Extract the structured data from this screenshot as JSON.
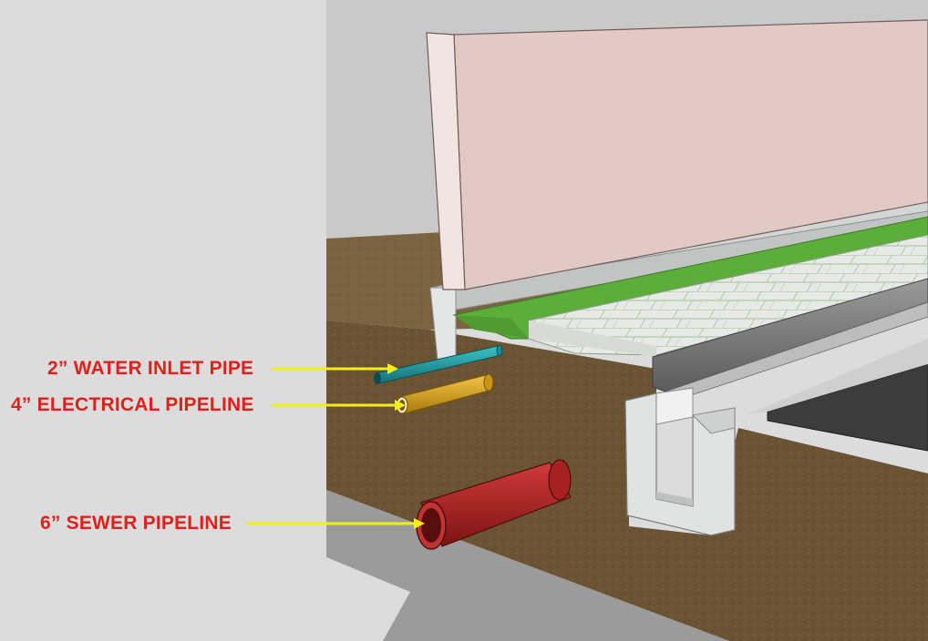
{
  "diagram": {
    "labels": {
      "water": "2” WATER INLET PIPE",
      "electrical": "4” ELECTRICAL PIPELINE",
      "sewer": "6” SEWER PIPELINE"
    },
    "colors": {
      "label_text": "#e0201b",
      "leader_line": "#f2ee1a",
      "water_pipe": "#1e9a9e",
      "electrical_pipe": "#d9a51c",
      "sewer_pipe": "#b32424",
      "soil": "#6a5434",
      "wall": "#e3c9c4",
      "grass": "#5cae3a",
      "paving": "#e6e9e6",
      "concrete": "#dcdedd",
      "road": "#3c3c3c"
    }
  }
}
